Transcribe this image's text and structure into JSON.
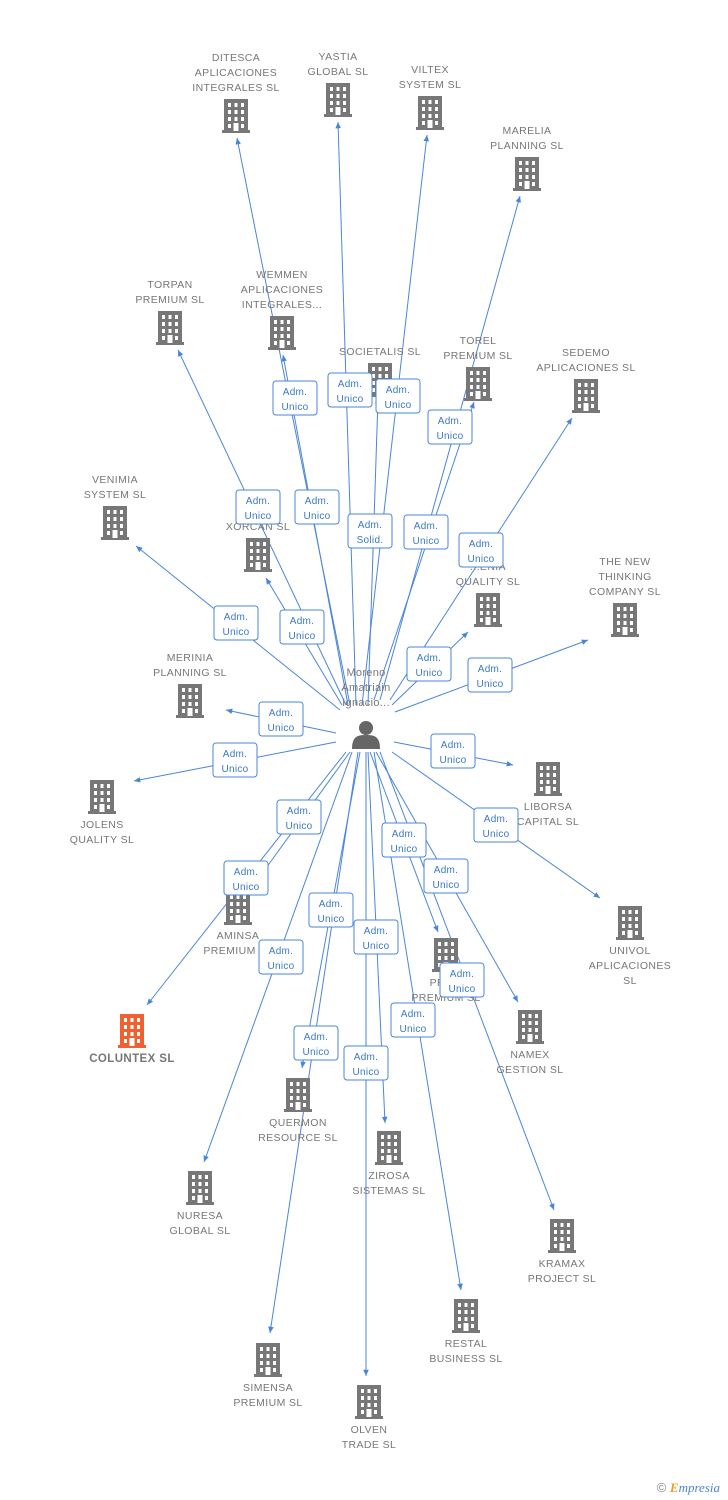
{
  "footer": {
    "copyright": "©",
    "brand_initial": "E",
    "brand_rest": "mpresia"
  },
  "colors": {
    "edge": "#4a86d8",
    "building": "#777777",
    "highlight_building": "#f06030",
    "person": "#666666"
  },
  "center": {
    "name_lines": [
      "Moreno",
      "Amatriain",
      "Ignacio..."
    ],
    "icon": "person-icon"
  },
  "companies": [
    {
      "lines": [
        "DITESCA",
        "APLICACIONES",
        "INTEGRALES SL"
      ],
      "relation": [
        "Adm.",
        "Unico"
      ]
    },
    {
      "lines": [
        "YASTIA",
        "GLOBAL  SL"
      ],
      "relation": [
        "Adm.",
        "Unico"
      ]
    },
    {
      "lines": [
        "VILTEX",
        "SYSTEM  SL"
      ],
      "relation": [
        "Adm.",
        "Unico"
      ]
    },
    {
      "lines": [
        "MARELIA",
        "PLANNING  SL"
      ],
      "relation": [
        "Adm.",
        "Unico"
      ]
    },
    {
      "lines": [
        "TORPAN",
        "PREMIUM  SL"
      ],
      "relation": [
        "Adm.",
        "Unico"
      ]
    },
    {
      "lines": [
        "WEMMEN",
        "APLICACIONES",
        "INTEGRALES..."
      ],
      "relation": [
        "Adm.",
        "Unico"
      ]
    },
    {
      "lines": [
        "SOCIETALIS SL"
      ],
      "relation": [
        "Adm.",
        "Solid."
      ]
    },
    {
      "lines": [
        "TOREL",
        "PREMIUM  SL"
      ],
      "relation": [
        "Adm.",
        "Unico"
      ]
    },
    {
      "lines": [
        "SEDEMO",
        "APLICACIONES SL"
      ],
      "relation": [
        "Adm.",
        "Unico"
      ]
    },
    {
      "lines": [
        "VENIMIA",
        "SYSTEM  SL"
      ],
      "relation": [
        "Adm.",
        "Unico"
      ]
    },
    {
      "lines": [
        "XORCAN SL"
      ],
      "relation": [
        "Adm.",
        "Unico"
      ]
    },
    {
      "lines": [
        "...ENIA",
        "QUALITY  SL"
      ],
      "relation": [
        "Adm.",
        "Unico"
      ]
    },
    {
      "lines": [
        "THE NEW",
        "THINKING",
        "COMPANY SL"
      ],
      "relation": [
        "Adm.",
        "Unico"
      ]
    },
    {
      "lines": [
        "MERINIA",
        "PLANNING  SL"
      ],
      "relation": [
        "Adm.",
        "Unico"
      ]
    },
    {
      "lines": [
        "JOLENS",
        "QUALITY  SL"
      ],
      "relation": [
        "Adm.",
        "Unico"
      ]
    },
    {
      "lines": [
        "LIBORSA",
        "CAPITAL  SL"
      ],
      "relation": [
        "Adm.",
        "Unico"
      ]
    },
    {
      "lines": [
        "UNIVOL",
        "APLICACIONES",
        "SL"
      ],
      "relation": [
        "Adm.",
        "Unico"
      ]
    },
    {
      "lines": [
        "AMINSA",
        "PREMIUM  SL"
      ],
      "relation": [
        "Adm.",
        "Unico"
      ]
    },
    {
      "lines": [
        "COLUNTEX  SL"
      ],
      "relation": [
        "Adm.",
        "Unico"
      ],
      "highlight": true
    },
    {
      "lines": [
        "PRE...",
        "PREMIUM  SL"
      ],
      "relation": [
        "Adm.",
        "Unico"
      ]
    },
    {
      "lines": [
        "NAMEX",
        "GESTION  SL"
      ],
      "relation": [
        "Adm.",
        "Unico"
      ]
    },
    {
      "lines": [
        "QUERMON",
        "RESOURCE  SL"
      ],
      "relation": [
        "Adm.",
        "Unico"
      ]
    },
    {
      "lines": [
        "ZIROSA",
        "SISTEMAS  SL"
      ],
      "relation": [
        "Adm.",
        "Unico"
      ]
    },
    {
      "lines": [
        "NURESA",
        "GLOBAL  SL"
      ],
      "relation": [
        "Adm.",
        "Unico"
      ]
    },
    {
      "lines": [
        "KRAMAX",
        "PROJECT  SL"
      ],
      "relation": [
        "Adm.",
        "Unico"
      ]
    },
    {
      "lines": [
        "RESTAL",
        "BUSINESS  SL"
      ],
      "relation": [
        "Adm.",
        "Unico"
      ]
    },
    {
      "lines": [
        "SIMENSA",
        "PREMIUM  SL"
      ],
      "relation": [
        "Adm.",
        "Unico"
      ]
    },
    {
      "lines": [
        "OLVEN",
        "TRADE  SL"
      ],
      "relation": [
        "Adm.",
        "Unico"
      ]
    }
  ]
}
